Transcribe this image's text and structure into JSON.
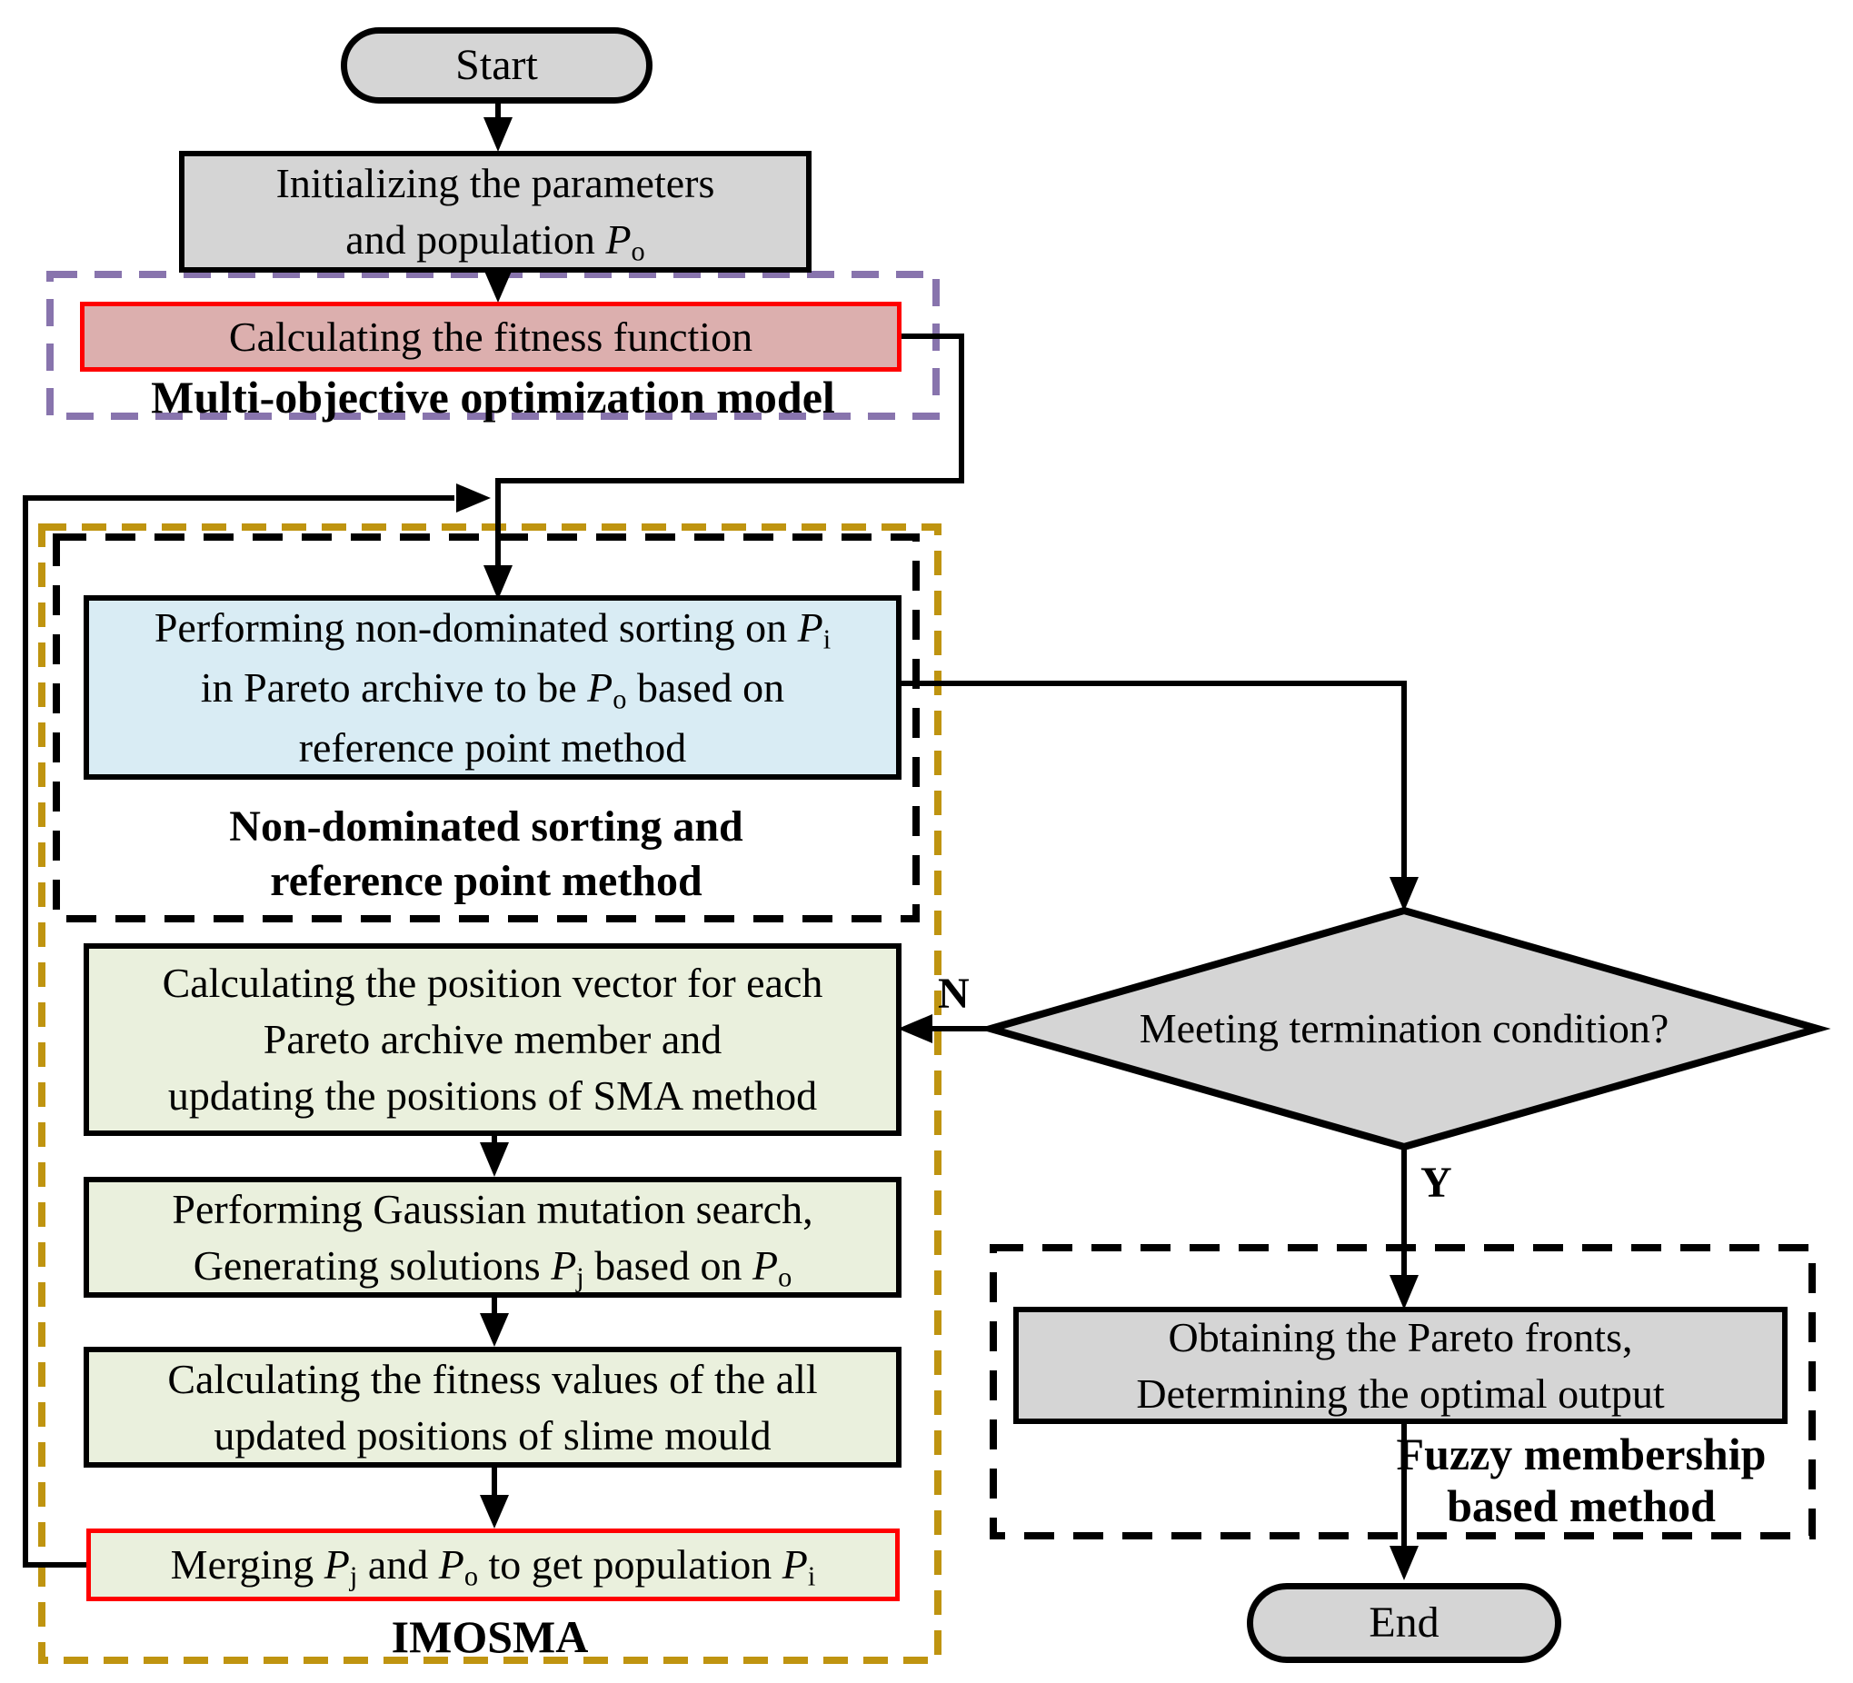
{
  "flowchart": {
    "nodes": {
      "start": {
        "label": "Start"
      },
      "init": {
        "lines": [
          "Initializing the parameters",
          "and population *P*~o~"
        ]
      },
      "fitness": {
        "lines": [
          "Calculating the fitness function"
        ]
      },
      "sorting": {
        "lines": [
          "Performing non-dominated sorting on *P*~i~",
          "in Pareto archive to be *P*~o~ based on",
          "reference point method"
        ]
      },
      "position_vector": {
        "lines": [
          "Calculating the position vector for each",
          "Pareto archive member and",
          "updating the positions of SMA method"
        ]
      },
      "gaussian": {
        "lines": [
          "Performing Gaussian mutation search,",
          "Generating solutions *P*~j~ based on *P*~o~"
        ]
      },
      "fitness_values": {
        "lines": [
          "Calculating the fitness values of the all",
          "updated positions of slime mould"
        ]
      },
      "merging": {
        "lines": [
          "Merging *P*~j~ and *P*~o~ to get population *P*~i~"
        ]
      },
      "decision": {
        "label": "Meeting termination condition?"
      },
      "obtaining": {
        "lines": [
          "Obtaining the Pareto fronts,",
          "Determining the optimal output"
        ]
      },
      "end": {
        "label": "End"
      }
    },
    "groups": {
      "multi_objective": {
        "label": "Multi-objective optimization model"
      },
      "non_dominated": {
        "lines": [
          "Non-dominated sorting and",
          "reference point method"
        ]
      },
      "imosma": {
        "label": "IMOSMA"
      },
      "fuzzy": {
        "lines": [
          "Fuzzy membership",
          "based method"
        ]
      }
    },
    "branch_labels": {
      "no": "N",
      "yes": "Y"
    },
    "colors": {
      "node_gray": "#d5d5d5",
      "fitness_pink": "#dcafae",
      "sorting_blue": "#d9ecf4",
      "sma_green": "#eaf0dd",
      "highlight_red": "#ff0000",
      "multi_objective_purple": "#8874ad",
      "imosma_olive": "#bf9410",
      "line_black": "#000000"
    }
  }
}
